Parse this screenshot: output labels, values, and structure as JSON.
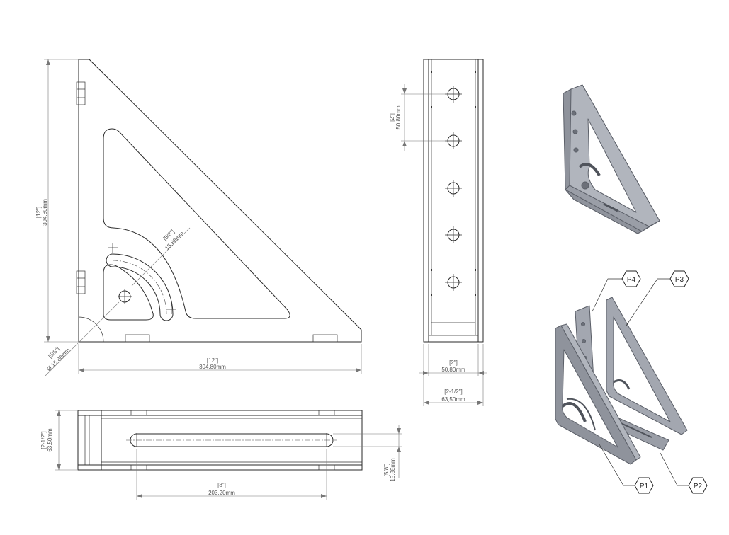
{
  "front_view": {
    "height_imperial": "[12\"]",
    "height_metric": "304,80mm",
    "width_imperial": "[12\"]",
    "width_metric": "304,80mm",
    "slot_imperial": "[5/8\"]",
    "slot_metric": "15,88mm",
    "hole_imperial": "[5/8\"]",
    "hole_metric": "Ø 15,88mm"
  },
  "side_view": {
    "pitch_imperial": "[2\"]",
    "pitch_metric": "50,80mm",
    "inner_width_imperial": "[2\"]",
    "inner_width_metric": "50,80mm",
    "outer_width_imperial": "[2-1/2\"]",
    "outer_width_metric": "63,50mm"
  },
  "bottom_view": {
    "height_imperial": "[2-1/2\"]",
    "height_metric": "63,50mm",
    "slot_length_imperial": "[8\"]",
    "slot_length_metric": "203,20mm",
    "slot_width_imperial": "[5/8\"]",
    "slot_width_metric": "15,88mm"
  },
  "parts": {
    "p1": "P1",
    "p2": "P2",
    "p3": "P3",
    "p4": "P4"
  },
  "colors": {
    "line": "#2a2a2a",
    "dimension": "#777777",
    "iso_face": "#a3a7b0",
    "iso_edge": "#5b5f68"
  }
}
